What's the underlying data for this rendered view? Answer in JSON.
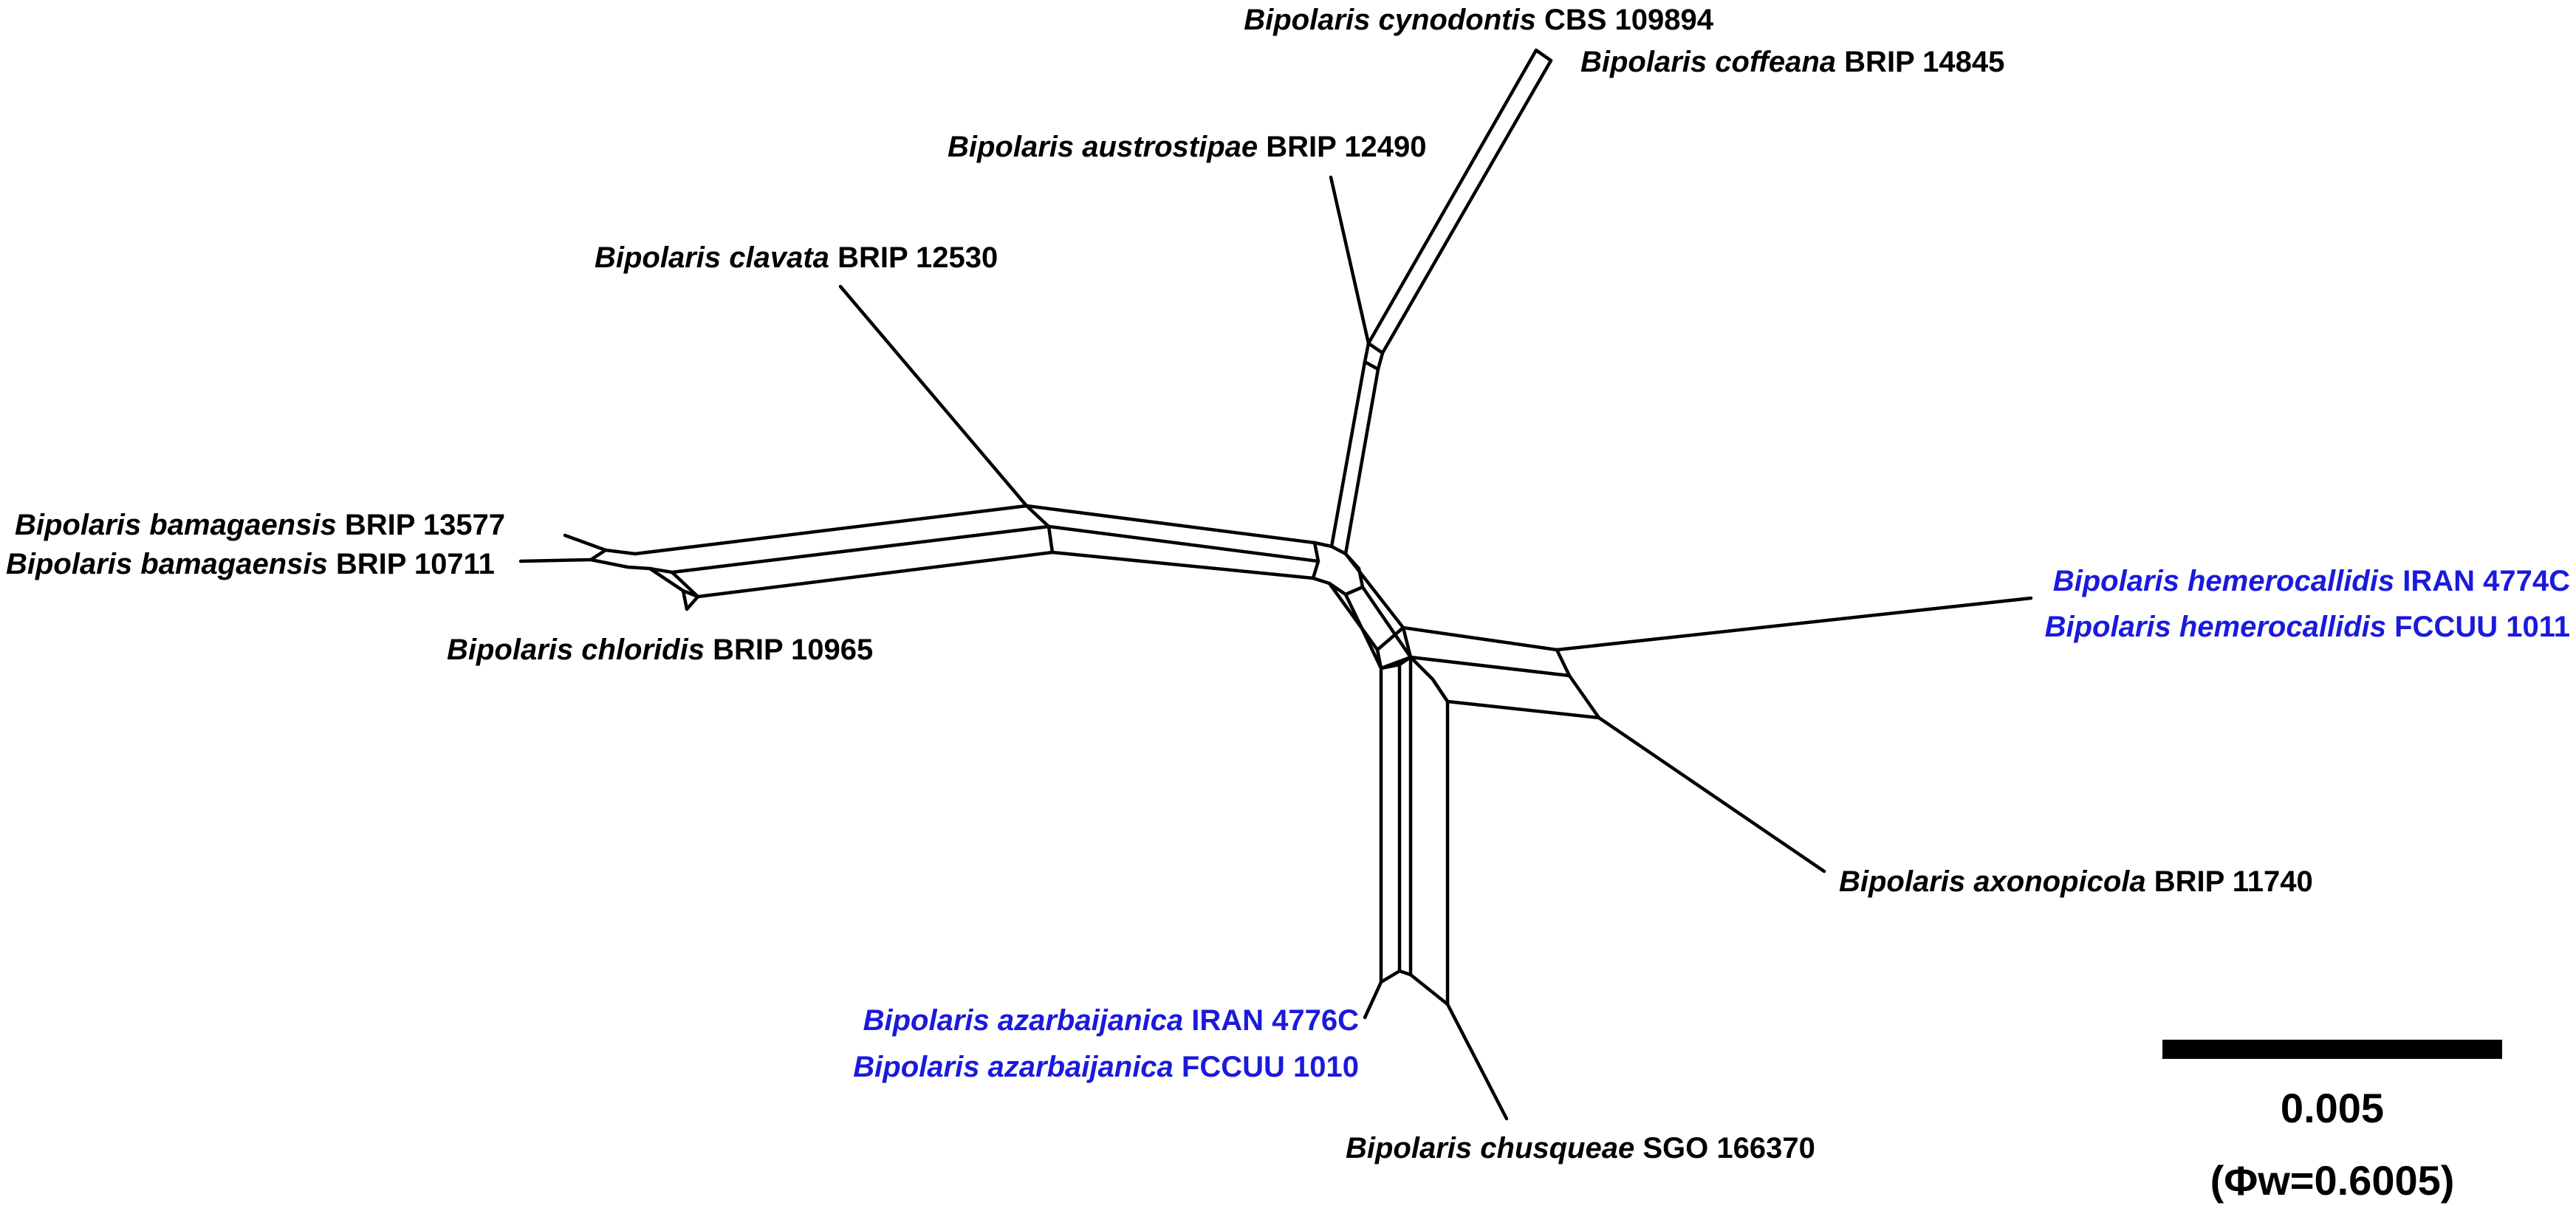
{
  "colors": {
    "default_label": "#000000",
    "highlight_label": "#1a1adc",
    "edge": "#000000"
  },
  "taxa": {
    "cynodontis": {
      "genus_species": "Bipolaris cynodontis",
      "strain": "CBS 109894",
      "highlight": false
    },
    "coffeana": {
      "genus_species": "Bipolaris coffeana",
      "strain": "BRIP 14845",
      "highlight": false
    },
    "austrostipae": {
      "genus_species": "Bipolaris austrostipae",
      "strain": "BRIP 12490",
      "highlight": false
    },
    "clavata": {
      "genus_species": "Bipolaris clavata",
      "strain": "BRIP 12530",
      "highlight": false
    },
    "bamagaensis1": {
      "genus_species": "Bipolaris bamagaensis",
      "strain": "BRIP 13577",
      "highlight": false
    },
    "bamagaensis2": {
      "genus_species": "Bipolaris bamagaensis",
      "strain": "BRIP 10711",
      "highlight": false
    },
    "chloridis": {
      "genus_species": "Bipolaris chloridis",
      "strain": "BRIP 10965",
      "highlight": false
    },
    "hemerocallidis1": {
      "genus_species": "Bipolaris hemerocallidis",
      "strain": "IRAN 4774C",
      "highlight": true
    },
    "hemerocallidis2": {
      "genus_species": "Bipolaris hemerocallidis",
      "strain": "FCCUU 1011",
      "highlight": true
    },
    "axonopicola": {
      "genus_species": "Bipolaris axonopicola",
      "strain": "BRIP 11740",
      "highlight": false
    },
    "azarbaijanica1": {
      "genus_species": "Bipolaris azarbaijanica",
      "strain": "IRAN 4776C",
      "highlight": true
    },
    "azarbaijanica2": {
      "genus_species": "Bipolaris azarbaijanica",
      "strain": "FCCUU 1010",
      "highlight": true
    },
    "chusqueae": {
      "genus_species": "Bipolaris chusqueae",
      "strain": "SGO 166370",
      "highlight": false
    }
  },
  "scale": {
    "value": "0.005",
    "phi": "(Φw=0.6005)"
  }
}
